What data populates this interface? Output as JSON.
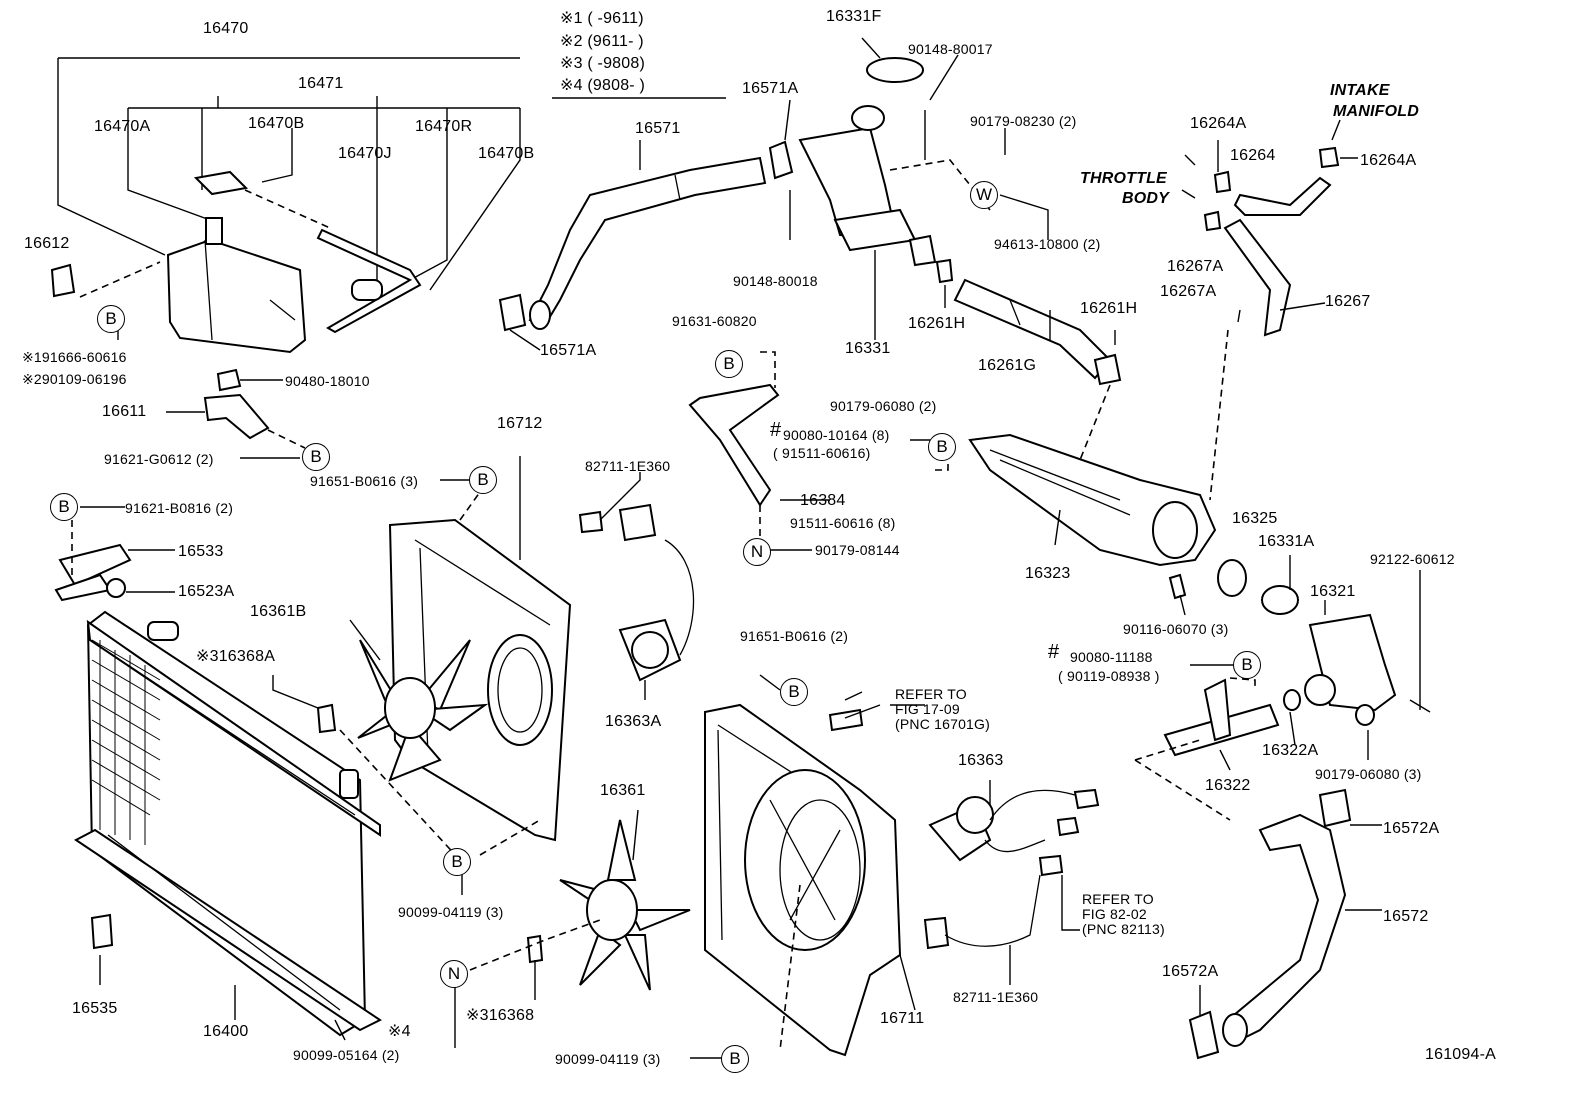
{
  "figure_code": "161094-A",
  "notes": [
    {
      "mark": "※1",
      "range": "(     -9611)"
    },
    {
      "mark": "※2",
      "range": "(9611-      )"
    },
    {
      "mark": "※3",
      "range": "(     -9808)"
    },
    {
      "mark": "※4",
      "range": "(9808-      )"
    }
  ],
  "callouts": {
    "letter_b": "B",
    "letter_w": "W",
    "letter_n": "N"
  },
  "labels": {
    "p16470": "16470",
    "p16471": "16471",
    "p16470A": "16470A",
    "p16470B_1": "16470B",
    "p16470J": "16470J",
    "p16470R": "16470R",
    "p16470B_2": "16470B",
    "p16612": "16612",
    "p91666": "※191666-60616",
    "p90109": "※290109-06196",
    "p90480": "90480-18010",
    "p16611": "16611",
    "p91621g": "91621-G0612 (2)",
    "p91621b": "91621-B0816 (2)",
    "p16533": "16533",
    "p16523A": "16523A",
    "p16361B": "16361B",
    "p16368A": "※316368A",
    "p16535": "16535",
    "p16400": "16400",
    "p90099_05164": "90099-05164 (2)",
    "p_star4": "※4",
    "p16571": "16571",
    "p16571A_1": "16571A",
    "p16571A_2": "16571A",
    "p16331F": "16331F",
    "p90148_80017": "90148-80017",
    "p90148_80018": "90148-80018",
    "p16331": "16331",
    "p16261H_1": "16261H",
    "p16261H_2": "16261H",
    "p16261G": "16261G",
    "p90179_08230": "90179-08230 (2)",
    "p94613": "94613-10800 (2)",
    "p91631": "91631-60820",
    "p16712": "16712",
    "p91651_3": "91651-B0616 (3)",
    "p82711_1": "82711-1E360",
    "p16363A": "16363A",
    "p90080_10164": "90080-10164 (8)",
    "p91511_paren": "( 91511-60616)",
    "p16384": "16384",
    "p91511_8": "91511-60616 (8)",
    "p90179_08144": "90179-08144",
    "p90179_06080_2": "90179-06080 (2)",
    "p16323": "16323",
    "p90116": "90116-06070 (3)",
    "p16325": "16325",
    "p16331A": "16331A",
    "p92122": "92122-60612",
    "p16321": "16321",
    "p90080_11188": "90080-11188",
    "p90119": "( 90119-08938 )",
    "p16322": "16322",
    "p16322A": "16322A",
    "p90179_06080_3": "90179-06080 (3)",
    "p16572A_1": "16572A",
    "p16572": "16572",
    "p16572A_2": "16572A",
    "p16264A_1": "16264A",
    "p16264": "16264",
    "p16264A_2": "16264A",
    "p16267A_1": "16267A",
    "p16267A_2": "16267A",
    "p16267": "16267",
    "intake1": "INTAKE",
    "intake2": "MANIFOLD",
    "throttle1": "THROTTLE",
    "throttle2": "BODY",
    "p91651_2": "91651-B0616 (2)",
    "ref1a": "REFER TO",
    "ref1b": "FIG 17-09",
    "ref1c": "(PNC 16701G)",
    "p16361": "16361",
    "p90099_04119_3a": "90099-04119 (3)",
    "p16368": "※316368",
    "p90099_04119_3b": "90099-04119 (3)",
    "p16363": "16363",
    "ref2a": "REFER TO",
    "ref2b": "FIG 82-02",
    "ref2c": "(PNC 82113)",
    "p82711_2": "82711-1E360",
    "p16711": "16711",
    "hash1": "#",
    "hash2": "#"
  }
}
